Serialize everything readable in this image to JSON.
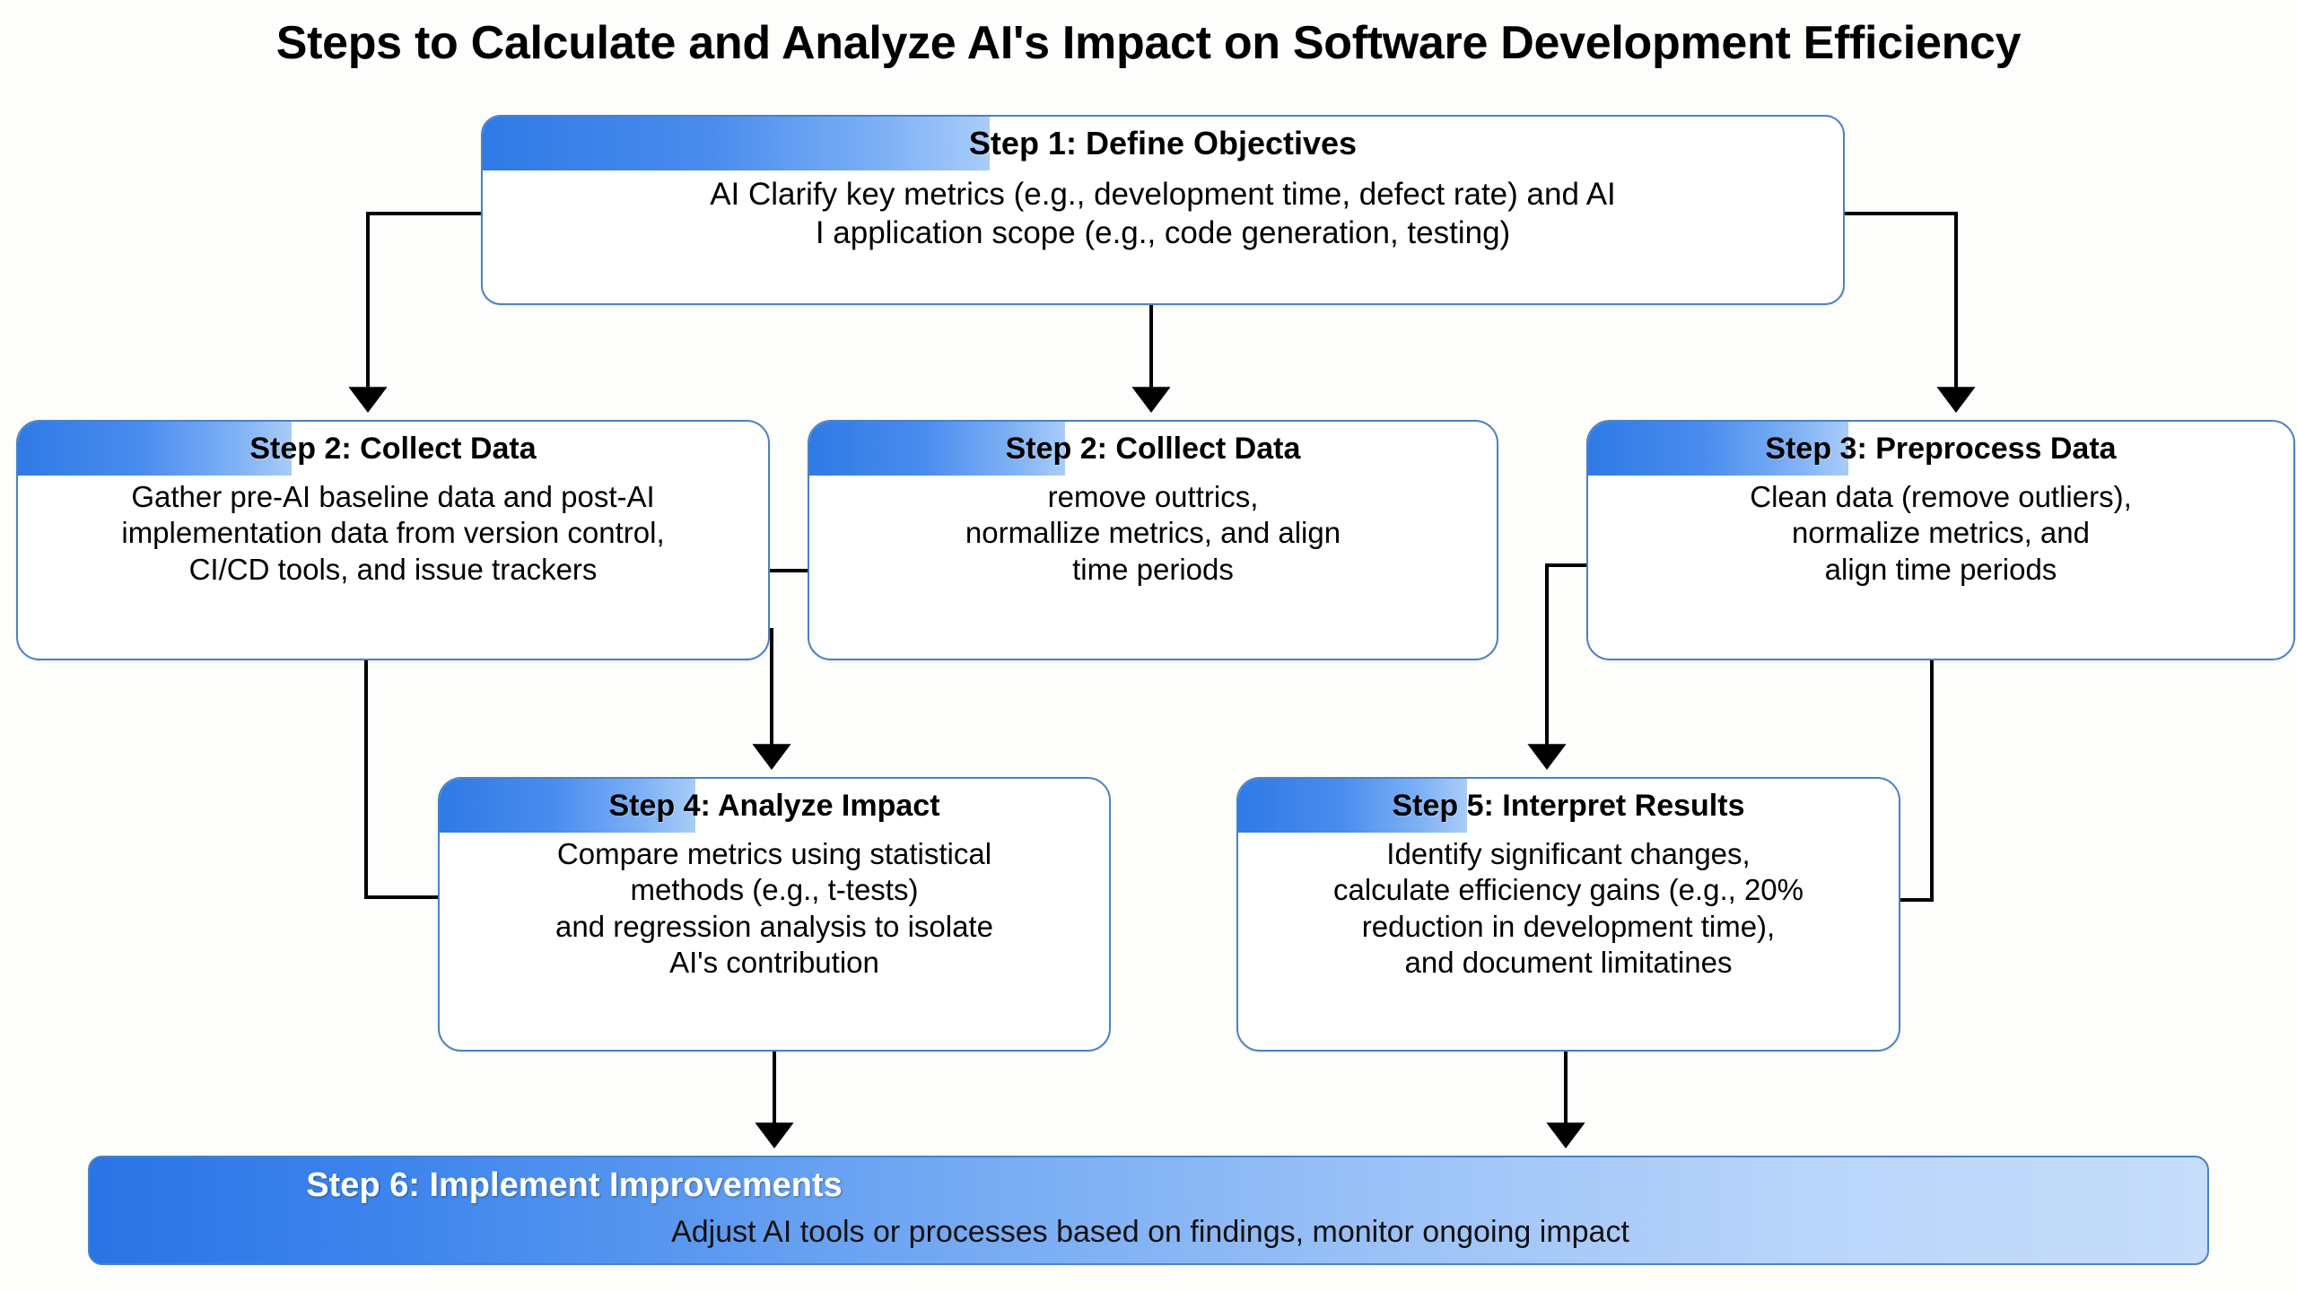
{
  "title": "Steps to Calculate and Analyze AI's Impact on Software Development Efficiency",
  "colors": {
    "band_start": "#2f7ae5",
    "band_end": "#a9ccf8",
    "box_border": "#4a82c4",
    "box_fill": "#ffffff",
    "connector": "#000000",
    "canvas": "#fdfdfb",
    "step6_start": "#2a74e6",
    "step6_end": "#c6ddfb",
    "step6_title_text": "#ffffff"
  },
  "nodes": {
    "step1": {
      "header": "Step 1: Define Objectives",
      "lines": [
        "AI  Clarify key metrics (e.g., development time, defect rate) and AI",
        "I application scope (e.g., code generation, testing)"
      ]
    },
    "step2a": {
      "header": "Step 2: Collect Data",
      "lines": [
        "Gather pre-AI baseline data and post-AI",
        "implementation data from version control,",
        "CI/CD tools, and issue trackers"
      ]
    },
    "step2b": {
      "header": "Step 2: Colllect Data",
      "lines": [
        "remove outtrics,",
        "normallize metrics, and align",
        "time periods"
      ]
    },
    "step3": {
      "header": "Step 3: Preprocess Data",
      "lines": [
        "Clean data (remove outliers),",
        "normalize metrics, and",
        "align time periods"
      ]
    },
    "step4": {
      "header": "Step 4: Analyze Impact",
      "lines": [
        "Compare metrics using statistical",
        "methods (e.g., t-tests)",
        "and regression analysis to isolate",
        "AI's contribution"
      ]
    },
    "step5": {
      "header": "Step 5: Interpret Results",
      "lines": [
        "Identify significant changes,",
        "calculate efficiency gains (e.g., 20%",
        "reduction in development time),",
        "and document limitatines"
      ]
    },
    "step6": {
      "header": "Step 6: Implement Improvements",
      "subtitle": "Adjust AI tools or processes based on findings, monitor ongoing impact"
    }
  },
  "connectors": [
    {
      "name": "step1-to-step2a",
      "from": "step1",
      "to": "step2a",
      "style": "elbow-left-down",
      "arrow": true
    },
    {
      "name": "step1-to-step2b",
      "from": "step1",
      "to": "step2b",
      "style": "straight-down",
      "arrow": true
    },
    {
      "name": "step1-to-step3",
      "from": "step1",
      "to": "step3",
      "style": "elbow-right-down",
      "arrow": true
    },
    {
      "name": "step2a-to-step2b",
      "from": "step2a",
      "to": "step2b",
      "style": "horizontal",
      "arrow": false
    },
    {
      "name": "step2a-to-step4",
      "from": "step2a",
      "to": "step4",
      "style": "elbow-down-right",
      "arrow": false
    },
    {
      "name": "step2b-to-step4",
      "from": "step2b",
      "to": "step4",
      "style": "straight-down",
      "arrow": true
    },
    {
      "name": "step3-to-step5",
      "from": "step3",
      "to": "step5",
      "style": "elbow-left-down",
      "arrow": true
    },
    {
      "name": "step3-to-step5-right",
      "from": "step3",
      "to": "step5",
      "style": "elbow-down-left",
      "arrow": false
    },
    {
      "name": "step4-to-step6",
      "from": "step4",
      "to": "step6",
      "style": "straight-down",
      "arrow": true
    },
    {
      "name": "step5-to-step6",
      "from": "step5",
      "to": "step6",
      "style": "straight-down",
      "arrow": true
    }
  ]
}
